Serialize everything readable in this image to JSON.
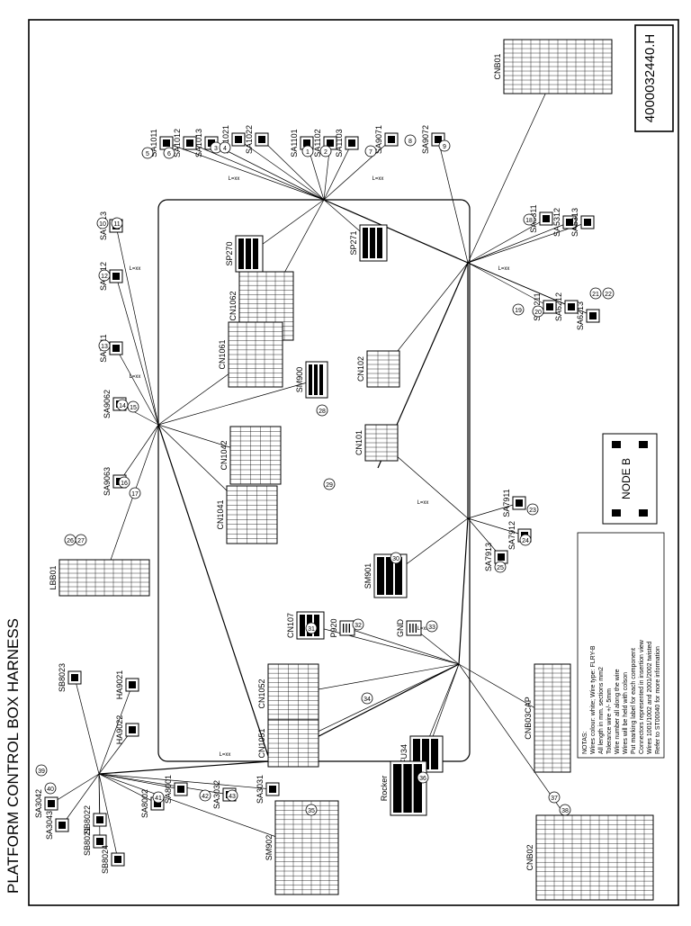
{
  "title": "PLATFORM CONTROL BOX HARNESS",
  "drawing_number": "4000032440.H",
  "view_label": "NODE B",
  "notes": {
    "heading": "NOTAS:",
    "lines": [
      "Wires colour: white; Wire type: FLRY-B",
      "All length in mm. sections mm2",
      "Tolerance wire +/- 5mm",
      "Wire number all along the wire",
      "Wires will be held with colson",
      "Put marking label for each component",
      "Connectors represented in insertion view",
      "Wires 1001/1002 and 2001/2002 twisted",
      "Refer to ST00040 for more information"
    ]
  },
  "components": [
    {
      "label": "SA1011"
    },
    {
      "label": "SA1012"
    },
    {
      "label": "SA1013"
    },
    {
      "label": "SA1021"
    },
    {
      "label": "SA1022"
    },
    {
      "label": "SA1101"
    },
    {
      "label": "SA1102"
    },
    {
      "label": "SA1103"
    },
    {
      "label": "SA9071"
    },
    {
      "label": "SA9072"
    },
    {
      "label": "SA7213"
    },
    {
      "label": "SA7212"
    },
    {
      "label": "SA7211"
    },
    {
      "label": "SA9062"
    },
    {
      "label": "SA9063"
    },
    {
      "label": "SA5311"
    },
    {
      "label": "SA5312"
    },
    {
      "label": "SA5313"
    },
    {
      "label": "SA6211"
    },
    {
      "label": "SA6212"
    },
    {
      "label": "SA6213"
    },
    {
      "label": "SA7911"
    },
    {
      "label": "SA7912"
    },
    {
      "label": "SA7913"
    },
    {
      "label": "SP270"
    },
    {
      "label": "SP271"
    },
    {
      "label": "CN1062"
    },
    {
      "label": "CN1061"
    },
    {
      "label": "SM900"
    },
    {
      "label": "CN102"
    },
    {
      "label": "CN101"
    },
    {
      "label": "CN1042"
    },
    {
      "label": "CN1041"
    },
    {
      "label": "SM901"
    },
    {
      "label": "CN107"
    },
    {
      "label": "P920"
    },
    {
      "label": "GND"
    },
    {
      "label": "CN1052"
    },
    {
      "label": "CN1051"
    },
    {
      "label": "FU34"
    },
    {
      "label": "SM902"
    },
    {
      "label": "Rocker"
    },
    {
      "label": "LBB01"
    },
    {
      "label": "HA9021"
    },
    {
      "label": "HA9022"
    },
    {
      "label": "SB8023"
    },
    {
      "label": "SB8022"
    },
    {
      "label": "SB8021"
    },
    {
      "label": "SB8024"
    },
    {
      "label": "SA3042"
    },
    {
      "label": "SA3043"
    },
    {
      "label": "SA8002"
    },
    {
      "label": "SA8001"
    },
    {
      "label": "SA3032"
    },
    {
      "label": "SA3031"
    },
    {
      "label": "CNB01"
    },
    {
      "label": "CNB02"
    },
    {
      "label": "CNB03CAP"
    }
  ],
  "callouts": [
    "5",
    "6",
    "3",
    "4",
    "1",
    "2",
    "7",
    "8",
    "9",
    "10",
    "11",
    "12",
    "13",
    "14",
    "15",
    "16",
    "17",
    "18",
    "19",
    "20",
    "21",
    "22",
    "23",
    "24",
    "25",
    "26",
    "27",
    "28",
    "29",
    "30",
    "31",
    "32",
    "33",
    "34",
    "35",
    "36",
    "37",
    "38",
    "39",
    "40",
    "41",
    "42",
    "43"
  ],
  "wire_tag": "L=xx"
}
